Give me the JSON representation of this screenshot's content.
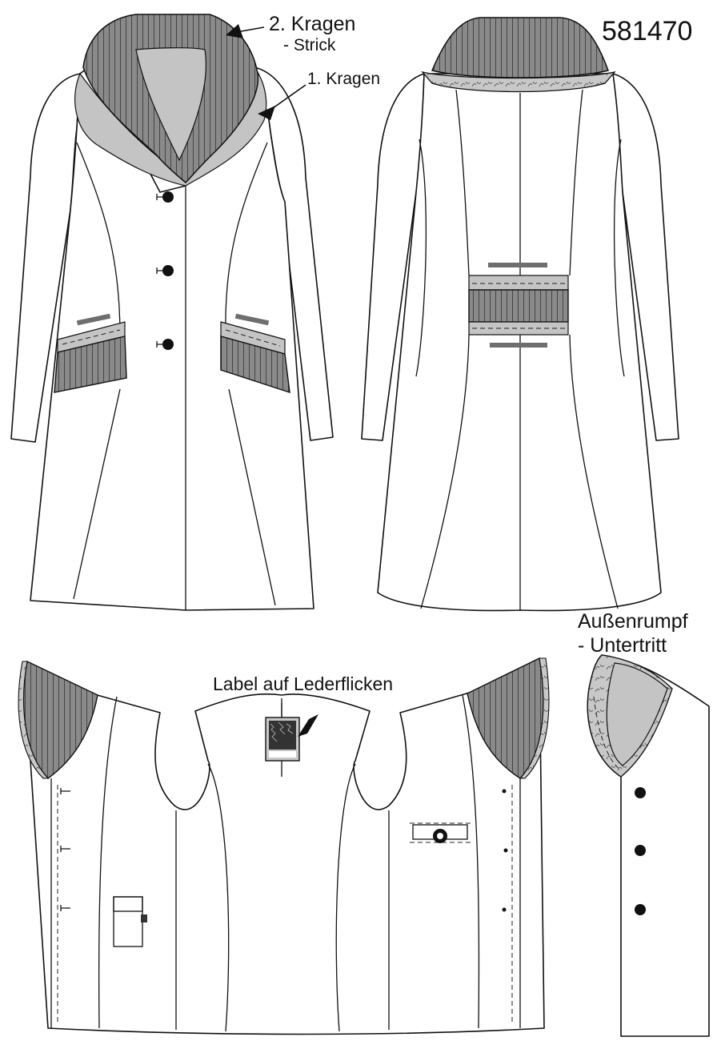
{
  "sheet": {
    "model_number": "581470",
    "annotations": {
      "collar_2_title": "2. Kragen",
      "collar_2_sub": "- Strick",
      "collar_1": "1. Kragen",
      "outer_body_title": "Außenrumpf",
      "outer_body_sub": "- Untertritt",
      "label_note": "Label auf Lederflicken"
    },
    "colors": {
      "knit": "#8a8a8a",
      "fur": "#c4c4c4",
      "outline": "#111111",
      "bars": "#6e6e6e"
    }
  }
}
